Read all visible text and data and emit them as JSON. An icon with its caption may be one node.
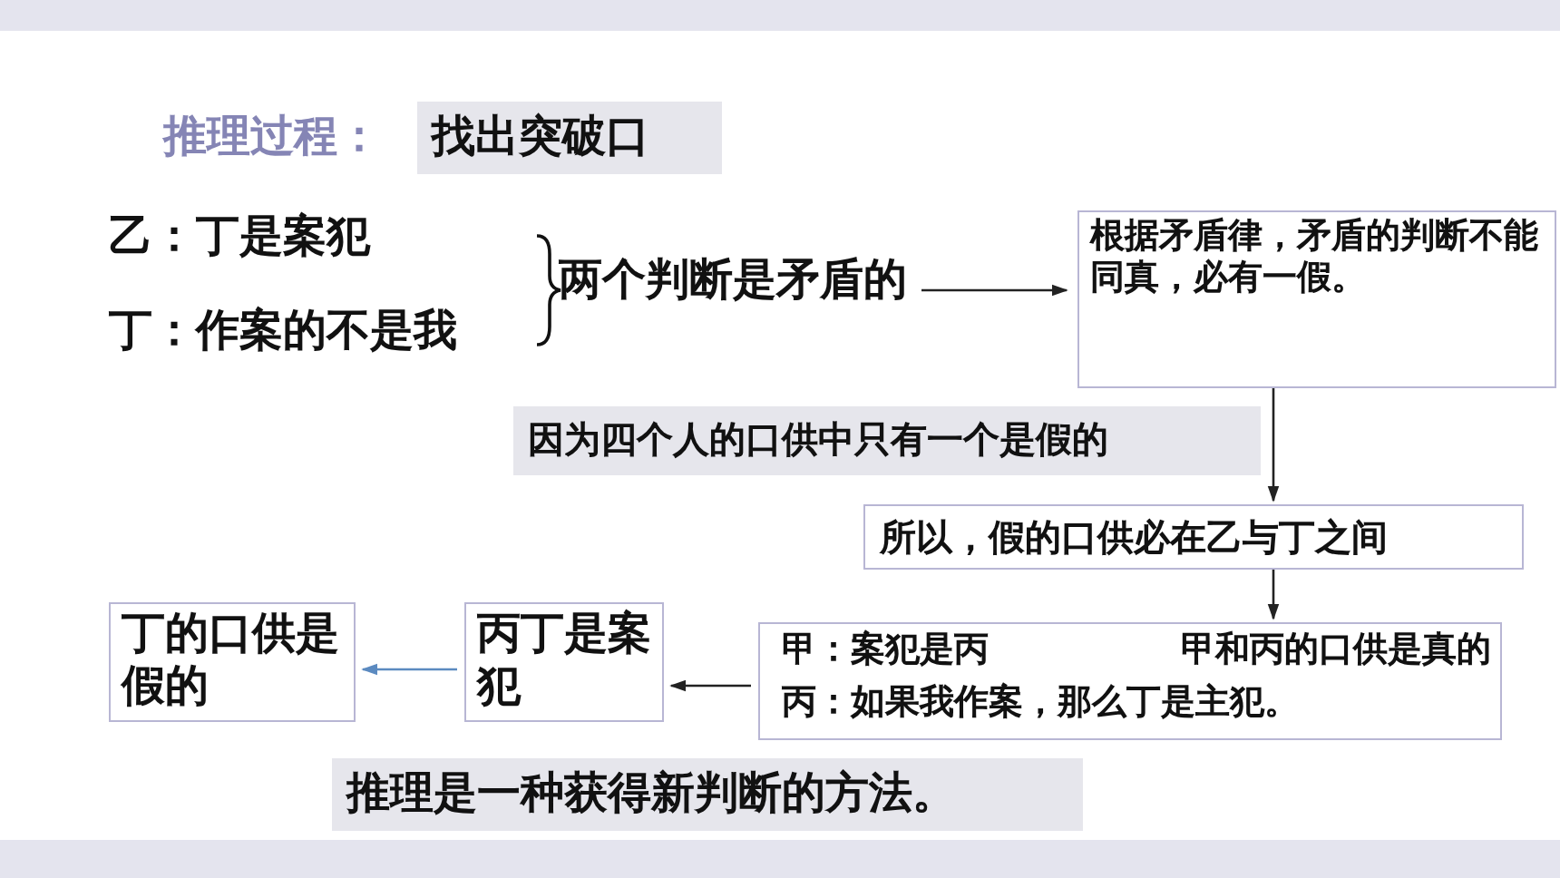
{
  "diagram": {
    "title": "推理过程：",
    "nodes": [
      {
        "text": [
          "找出突破口"
        ]
      },
      {
        "text": [
          "乙：丁是案犯"
        ]
      },
      {
        "text": [
          "丁：作案的不是我"
        ]
      },
      {
        "text": [
          "两个判断是矛盾的"
        ]
      },
      {
        "text": [
          "根据矛盾律，矛盾的判断不能同真，必有一假。"
        ]
      },
      {
        "text": [
          "因为四个人的口供中只有一个是假的"
        ]
      },
      {
        "text": [
          "所以，假的口供必在乙与丁之间"
        ]
      },
      {
        "text": [
          "甲：案犯是丙",
          "甲和丙的口供是真的",
          "丙：如果我作案，那么丁是主犯。"
        ]
      },
      {
        "text": [
          "丙丁是案犯"
        ]
      },
      {
        "text": [
          "丁的口供是假的"
        ]
      },
      {
        "text": [
          "推理是一种获得新判断的方法。"
        ]
      }
    ],
    "edges": [
      {
        "from": 3,
        "to": 4,
        "arrow": "to"
      },
      {
        "from": 4,
        "to": 6,
        "arrow": "to"
      },
      {
        "from": 6,
        "to": 7,
        "arrow": "to"
      },
      {
        "from": 7,
        "to": 8,
        "arrow": "to"
      },
      {
        "from": 8,
        "to": 9,
        "arrow": "to",
        "color": "#5b8ac0"
      }
    ]
  }
}
